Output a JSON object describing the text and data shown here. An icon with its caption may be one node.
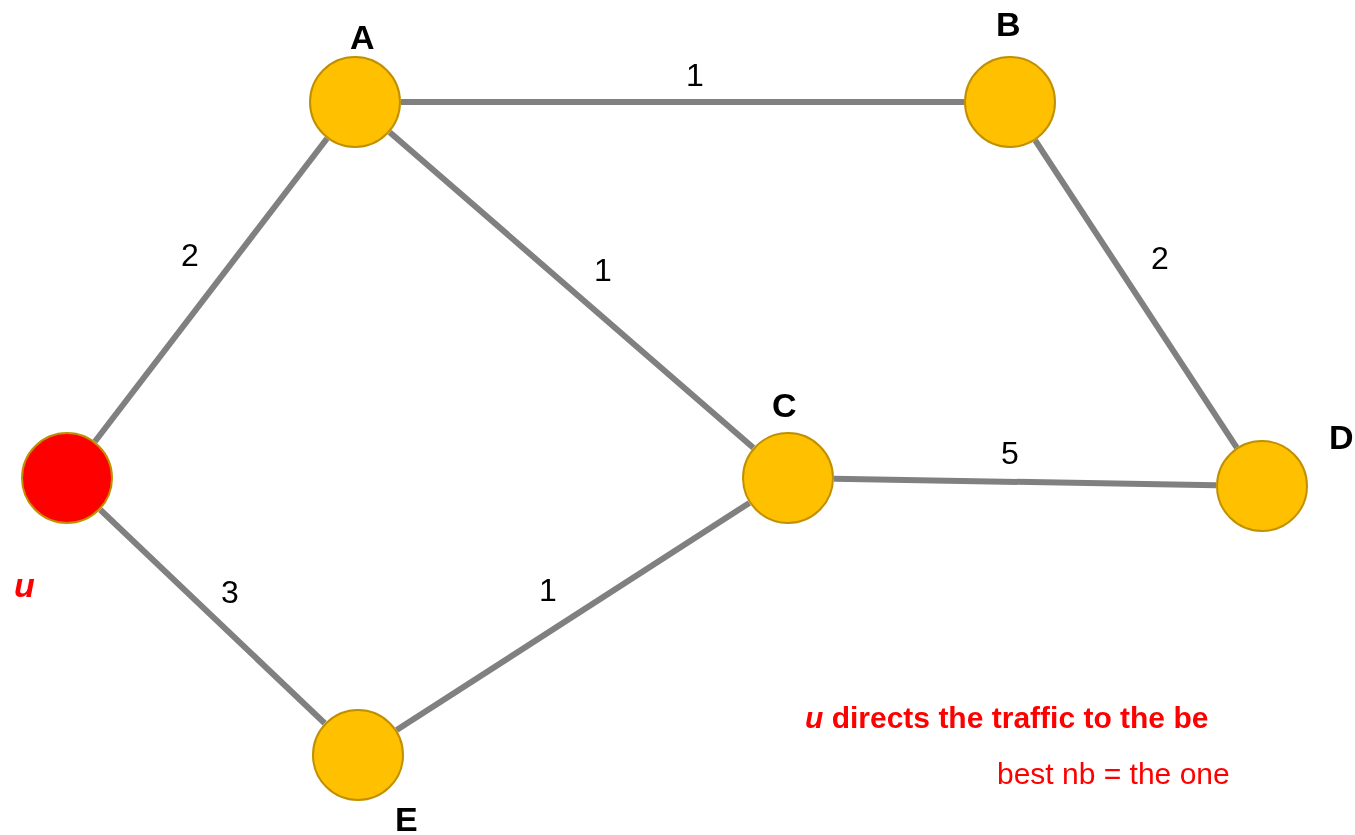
{
  "diagram": {
    "nodes": [
      {
        "text": [
          "u"
        ]
      },
      {
        "text": [
          "A"
        ]
      },
      {
        "text": [
          "B"
        ]
      },
      {
        "text": [
          "C"
        ]
      },
      {
        "text": [
          "D"
        ]
      },
      {
        "text": [
          "E"
        ]
      }
    ],
    "edges": [
      {
        "from": 0,
        "to": 1,
        "arrow": "none",
        "label": "2"
      },
      {
        "from": 1,
        "to": 2,
        "arrow": "none",
        "label": "1"
      },
      {
        "from": 1,
        "to": 3,
        "arrow": "none",
        "label": "1"
      },
      {
        "from": 2,
        "to": 4,
        "arrow": "none",
        "label": "2"
      },
      {
        "from": 3,
        "to": 4,
        "arrow": "none",
        "label": "5"
      },
      {
        "from": 0,
        "to": 5,
        "arrow": "none",
        "label": "3"
      },
      {
        "from": 5,
        "to": 3,
        "arrow": "none",
        "label": "1"
      }
    ],
    "labels": [
      "*u* directs the traffic to the be",
      "best nb = the one"
    ]
  }
}
